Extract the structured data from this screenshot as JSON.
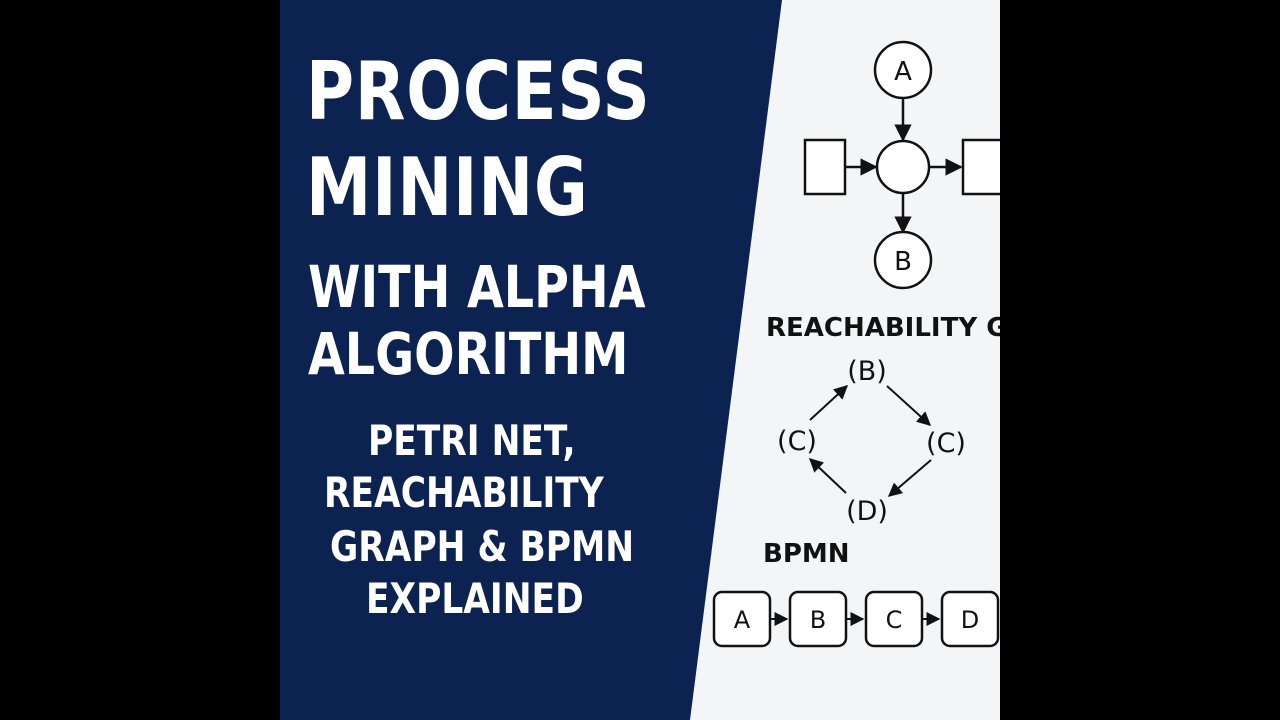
{
  "title": {
    "line1": "PROCESS",
    "line2": "MINING"
  },
  "subtitle": {
    "line1": "WITH ALPHA",
    "line2": "ALGORITHM"
  },
  "tagline": {
    "line1": "PETRI NET,",
    "line2": "REACHABILITY",
    "line3": "GRAPH & BPMN",
    "line4": "EXPLAINED"
  },
  "petri_net": {
    "top_place": "A",
    "bottom_place": "B"
  },
  "reachability": {
    "heading": "REACHABILITY GI",
    "top": "(B)",
    "left": "(C)",
    "right": "(C)",
    "bottom": "(D)"
  },
  "bpmn": {
    "heading": "BPMN",
    "tasks": [
      "A",
      "B",
      "C",
      "D"
    ]
  },
  "colors": {
    "navy": "#0c2352",
    "paper": "#f4f5f6",
    "ink": "#111111",
    "background": "#000000"
  }
}
